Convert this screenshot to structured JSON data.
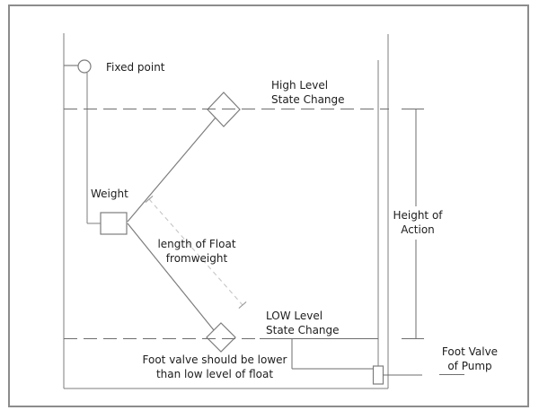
{
  "diagram": {
    "labels": {
      "fixed_point": "Fixed point",
      "weight": "Weight",
      "high_level": [
        "High Level",
        "State Change"
      ],
      "low_level": [
        "LOW Level",
        "State Change"
      ],
      "float_length": [
        "length of Float",
        "fromweight"
      ],
      "height_of_action": [
        "Height of",
        "Action"
      ],
      "foot_valve_note": [
        "Foot valve should be lower",
        "than low level of float"
      ],
      "foot_valve_pump": [
        "Foot Valve",
        "of Pump"
      ]
    },
    "colors": {
      "line": "#7d7d7d",
      "line-dark": "#6e6e6e",
      "border": "#8c8c8c",
      "dash-light": "#c6c6c6",
      "tick": "#9b9b9b",
      "text": "#1d1d1d",
      "bg": "#ffffff"
    }
  }
}
